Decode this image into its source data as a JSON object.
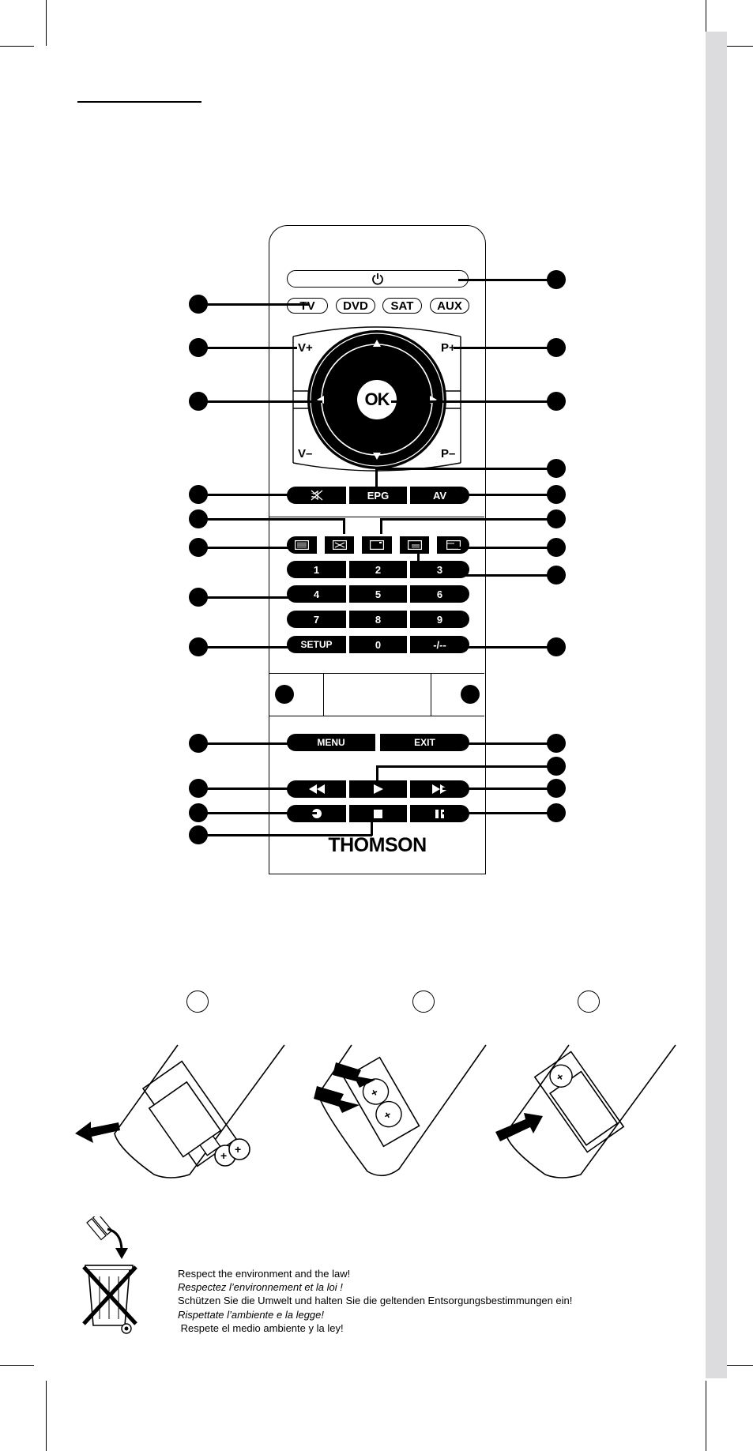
{
  "remote": {
    "power_icon": "power-icon",
    "modes": [
      "TV",
      "DVD",
      "SAT",
      "AUX"
    ],
    "volume_up": "V+",
    "volume_down": "V–",
    "program_up": "P+",
    "program_down": "P–",
    "ok": "OK",
    "row_mute_epg_av": {
      "mute_icon": "mute-icon",
      "epg": "EPG",
      "av": "AV"
    },
    "digits": [
      "1",
      "2",
      "3",
      "4",
      "5",
      "6",
      "7",
      "8",
      "9"
    ],
    "setup": "SETUP",
    "zero": "0",
    "dash": "-/--",
    "menu": "MENU",
    "exit": "EXIT",
    "brand": "THOMSON"
  },
  "eco": {
    "lines": [
      "Respect the environment and the law!",
      "Respectez l’environnement et la loi !",
      "Schützen Sie die Umwelt und halten Sie die geltenden Entsorgungsbestimmungen ein!",
      "Rispettate l’ambiente e la legge!",
      " Respete el medio ambiente y la ley!"
    ]
  }
}
